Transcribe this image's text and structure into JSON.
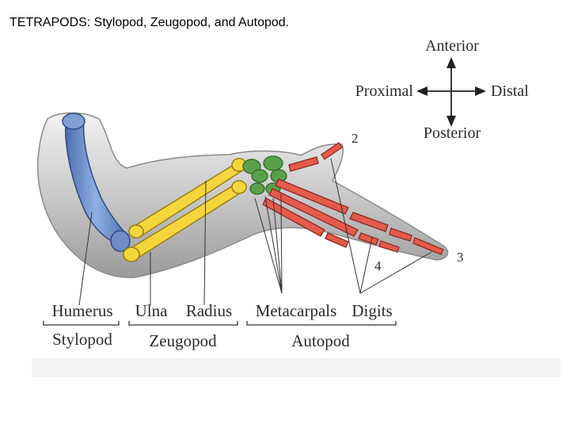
{
  "slide": {
    "title": "TETRAPODS: Stylopod, Zeugopod, and Autopod."
  },
  "compass": {
    "anterior": "Anterior",
    "proximal": "Proximal",
    "distal": "Distal",
    "posterior": "Posterior"
  },
  "digit_numbers": {
    "digit_2": "2",
    "digit_3": "3",
    "digit_4": "4"
  },
  "bone_labels": {
    "humerus": "Humerus",
    "ulna": "Ulna",
    "radius": "Radius",
    "metacarpals": "Metacarpals",
    "digits": "Digits"
  },
  "segment_labels": {
    "stylopod": "Stylopod",
    "zeugopod": "Zeugopod",
    "autopod": "Autopod"
  },
  "colors": {
    "stylopod_bone": "#6f8fc9",
    "zeugopod_bone": "#f0d23a",
    "carpals": "#5a9e4a",
    "autopod_bone": "#e2574c",
    "limb_outline": "#9a9a9a"
  }
}
